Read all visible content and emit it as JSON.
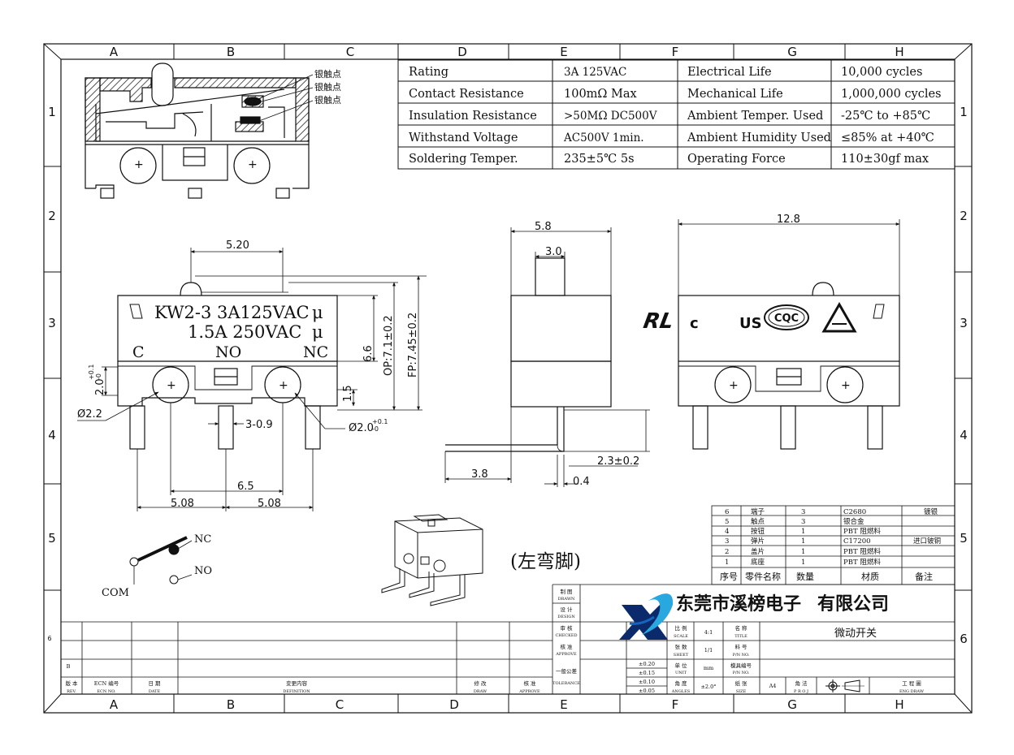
{
  "zones": {
    "top": [
      "A",
      "B",
      "C",
      "D",
      "E",
      "F",
      "G",
      "H"
    ],
    "bottom": [
      "A",
      "B",
      "C",
      "D",
      "E",
      "F",
      "G",
      "H"
    ],
    "left": [
      "1",
      "2",
      "3",
      "4",
      "5",
      "6"
    ],
    "right": [
      "1",
      "2",
      "3",
      "4",
      "5",
      "6"
    ]
  },
  "spec_table": [
    [
      "Rating",
      "3A  125VAC",
      "Electrical Life",
      "10,000 cycles"
    ],
    [
      "Contact Resistance",
      "100mΩ  Max",
      "Mechanical Life",
      "1,000,000 cycles"
    ],
    [
      "Insulation Resistance",
      ">50MΩ  DC500V",
      "Ambient Temper. Used",
      "-25℃ to +85℃"
    ],
    [
      "Withstand Voltage",
      "AC500V  1min.",
      "Ambient Humidity Used",
      "≤85% at +40℃"
    ],
    [
      "Soldering Temper.",
      "235±5℃ 5s",
      "Operating Force",
      "110±30gf max"
    ]
  ],
  "section_labels": [
    "银触点",
    "银触点",
    "银触点"
  ],
  "front_view": {
    "marking_line1": "KW2-3 3A125VAC",
    "marking_line2": "1.5A 250VAC",
    "cert_mark": "μ",
    "terminal_c": "C",
    "terminal_no": "NO",
    "terminal_nc": "NC",
    "dim_width": "5.20",
    "dim_height": "6.6",
    "dim_op": "OP:7.1±0.2",
    "dim_fp": "FP:7.45±0.2",
    "dim_slot": "2.0",
    "dim_slot_tol_upper": "+0.1",
    "dim_slot_tol_lower": "-0",
    "dim_base": "1.5",
    "dim_hole_left": "Ø2.2",
    "dim_hole_right": "Ø2.0",
    "dim_hole_right_tol_upper": "+0.1",
    "dim_hole_right_tol_lower": "-0",
    "dim_pin": "3-0.9",
    "dim_pitch": "6.5",
    "dim_pitch_left": "5.08",
    "dim_pitch_right": "5.08"
  },
  "side_view": {
    "dim_width": "5.8",
    "dim_button": "3.0",
    "dim_lead": "3.8",
    "dim_bend": "2.3±0.2",
    "dim_thickness": "0.4"
  },
  "back_view": {
    "dim_length": "12.8",
    "ul_left": "c",
    "ul_mark": "RL",
    "ul_right": "US",
    "cqc": "CQC"
  },
  "schematic": {
    "nc": "NC",
    "no": "NO",
    "com": "COM"
  },
  "iso_caption": "(左弯脚)",
  "bom": {
    "rows": [
      [
        "6",
        "端子",
        "3",
        "C2680",
        "镀银"
      ],
      [
        "5",
        "触点",
        "3",
        "银合金",
        ""
      ],
      [
        "4",
        "按钮",
        "1",
        "PBT  阻燃料",
        ""
      ],
      [
        "3",
        "弹片",
        "1",
        "C17200",
        "进口铍铜"
      ],
      [
        "2",
        "盖片",
        "1",
        "PBT  阻燃料",
        ""
      ],
      [
        "1",
        "底座",
        "1",
        "PBT  阻燃料",
        ""
      ]
    ],
    "header": [
      "序号",
      "零件名称",
      "数量",
      "材质",
      "备注"
    ]
  },
  "title_block": {
    "company": "东莞市溪榜电子有限公司",
    "company_part1": "东莞市",
    "company_part2": "溪榜电子",
    "company_part3": "有限公司",
    "drawn_cn": "制 图",
    "drawn_en": "DRAWN",
    "design_cn": "设 计",
    "design_en": "DESIGN",
    "checked_cn": "审 核",
    "checked_en": "CHECKED",
    "approve_cn": "核 准",
    "approve_en": "APPROVE",
    "tolerance_cn": "一般公差",
    "tolerance_en": "TOLERANCE",
    "tol_values": [
      "±0.20",
      "±0.15",
      "±0.10",
      "±0.05"
    ],
    "scale_cn": "比 例",
    "scale_en": "SCALE",
    "scale_value": "4:1",
    "sheet_cn": "张 数",
    "sheet_en": "SHEET",
    "sheet_value": "1/1",
    "unit_cn": "单 位",
    "unit_en": "UNIT",
    "unit_value": "mm",
    "angles_cn": "角 度",
    "angles_en": "ANGLES",
    "angles_value": "±2.0°",
    "title_cn": "名 称",
    "title_en": "TITLE",
    "title_value": "微动开关",
    "pn_cn": "料 号",
    "pn_en": "P/N NO.",
    "mold_cn": "模具编号",
    "mold_en": "P/N NO.",
    "size_cn": "纸 张",
    "size_en": "SIZE",
    "size_value": "A4",
    "proj_cn": "角 法",
    "proj_en": "P R O J",
    "eng_cn": "工 程 圖",
    "eng_en": "ENG DRAW",
    "rev_cn": "版 本",
    "rev_en": "REV.",
    "ecn_cn": "ECN 编号",
    "ecn_en": "ECN NO.",
    "date_cn": "日 期",
    "date_en": "DATE",
    "def_cn": "变更内容",
    "def_en": "DEFINITION",
    "draw_cn": "修 改",
    "draw_en": "DRAW",
    "approve2_cn": "核 准",
    "approve2_en": "APPROVE",
    "row_b": "B",
    "col_e": "E",
    "col_f": "F"
  },
  "colors": {
    "line": "#111111",
    "company_blue": "#1a55c8",
    "logo_blue": "#1565c0",
    "logo_cyan": "#29a8e0",
    "logo_dark": "#0b2a6b"
  }
}
